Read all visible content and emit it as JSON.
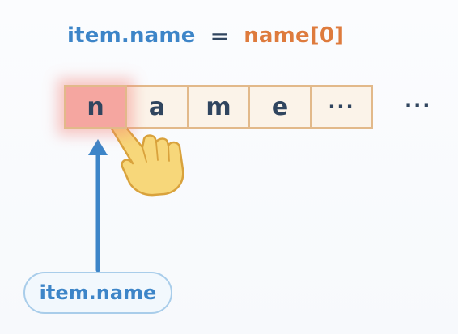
{
  "equation": {
    "lhs": "item.name",
    "operator": "=",
    "rhs": "name[0]"
  },
  "array": {
    "cells": [
      "n",
      "a",
      "m",
      "e",
      "···"
    ],
    "highlighted_index": 0,
    "trailing": "···"
  },
  "variable_label": "item.name",
  "icons": {
    "pointer": "pointing-hand-icon",
    "arrow": "up-arrow-icon"
  },
  "colors": {
    "blue": "#3d85c8",
    "orange": "#de7b3d",
    "dark_text": "#30455f",
    "cell_fill": "#fbf3e9",
    "cell_border": "#e2b98a",
    "highlight": "#f5a6a0",
    "hand": "#f7d77a"
  }
}
